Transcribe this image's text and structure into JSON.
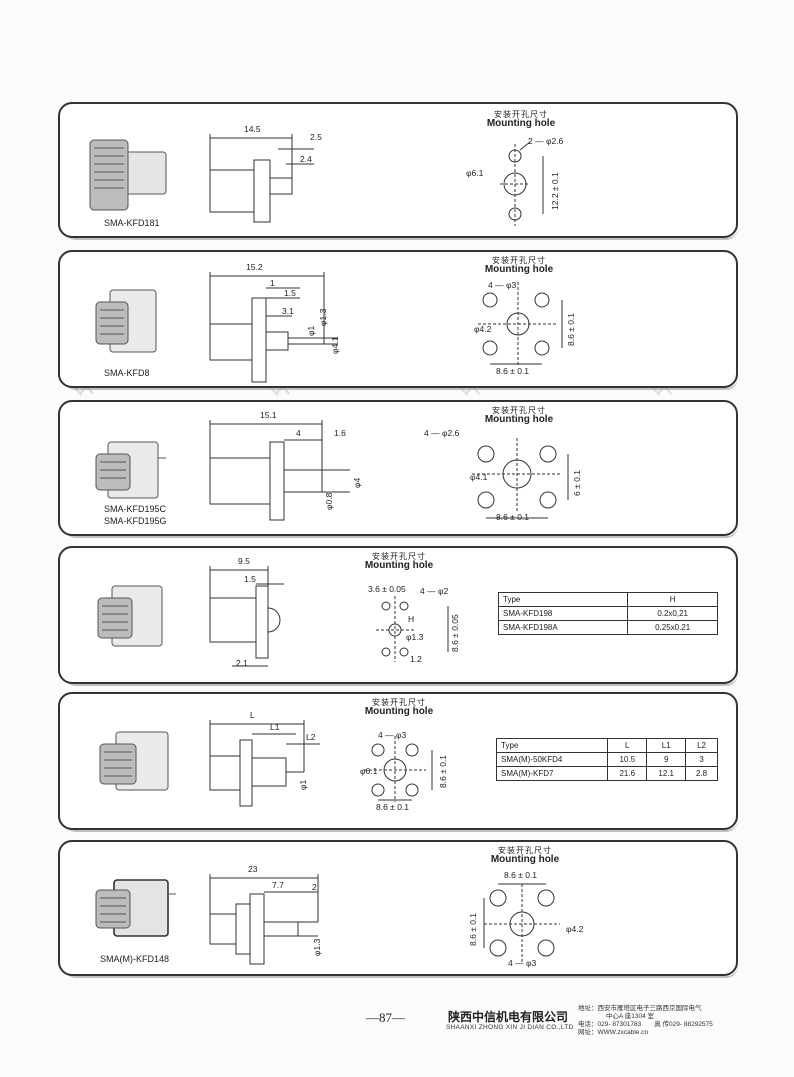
{
  "watermark": "中信机电",
  "mounting_hole": {
    "cn": "安装开孔尺寸",
    "en": "Mounting hole"
  },
  "panels": [
    {
      "model": [
        "SMA-KFD181"
      ],
      "dims": {
        "a": "14.5",
        "b": "2.5",
        "c": "2.4"
      },
      "hole": {
        "a": "2 — φ2.6",
        "b": "φ6.1",
        "c": "12.2 ± 0.1"
      }
    },
    {
      "model": [
        "SMA-KFD8"
      ],
      "dims": {
        "a": "15.2",
        "b": "1",
        "c": "1.5",
        "d": "3.1",
        "e": "φ1",
        "f": "φ1.3",
        "g": "φ4.1"
      },
      "hole": {
        "a": "4 — φ3",
        "b": "φ4.2",
        "c": "8.6 ± 0.1",
        "d": "8.6 ± 0.1"
      }
    },
    {
      "model": [
        "SMA-KFD195C",
        "SMA-KFD195G"
      ],
      "dims": {
        "a": "15.1",
        "b": "4",
        "c": "1.6",
        "d": "φ4",
        "e": "φ0.8"
      },
      "hole": {
        "a": "4 — φ2.6",
        "b": "φ4.1",
        "c": "6 ± 0.1",
        "d": "8.6 ± 0.1"
      }
    },
    {
      "model": [],
      "dims": {
        "a": "9.5",
        "b": "1.5",
        "c": "2.1"
      },
      "hole": {
        "a": "3.6 ± 0.05",
        "b": "4 — φ2",
        "c": "H",
        "d": "φ1.3",
        "e": "8.6 ± 0.05",
        "f": "1.2"
      },
      "table": {
        "headers": [
          "Type",
          "H"
        ],
        "rows": [
          [
            "SMA-KFD198",
            "0.2x0,21"
          ],
          [
            "SMA-KFD198A",
            "0.25x0.21"
          ]
        ]
      }
    },
    {
      "model": [],
      "dims": {
        "a": "L",
        "b": "L1",
        "c": "L2",
        "d": "φ1"
      },
      "hole": {
        "a": "4 — φ3",
        "b": "φ6.1",
        "c": "8.6 ± 0.1",
        "d": "8.6 ± 0.1"
      },
      "table": {
        "headers": [
          "Type",
          "L",
          "L1",
          "L2"
        ],
        "rows": [
          [
            "SMA(M)-50KFD4",
            "10.5",
            "9",
            "3"
          ],
          [
            "SMA(M)-KFD7",
            "21.6",
            "12.1",
            "2.8"
          ]
        ]
      }
    },
    {
      "model": [
        "SMA(M)-KFD148"
      ],
      "dims": {
        "a": "23",
        "b": "7.7",
        "c": "2",
        "d": "φ1.3"
      },
      "hole": {
        "a": "8.6 ± 0.1",
        "b": "φ4.2",
        "c": "8.6 ± 0.1",
        "d": "4 — φ3"
      }
    }
  ],
  "footer": {
    "page_number": "—87—",
    "company_cn": "陕西中信机电有限公司",
    "company_en": "SHAANXI ZHONG XIN JI DIAN CO.,LTD",
    "address_1": "地址：西安市雁塔区电子三路西京国际电气",
    "address_2": "中心A 座1304 室",
    "phone": "电话：029- 87301783　　真 传029- 88292575",
    "web": "网址：WWW.zxcable.cn"
  }
}
